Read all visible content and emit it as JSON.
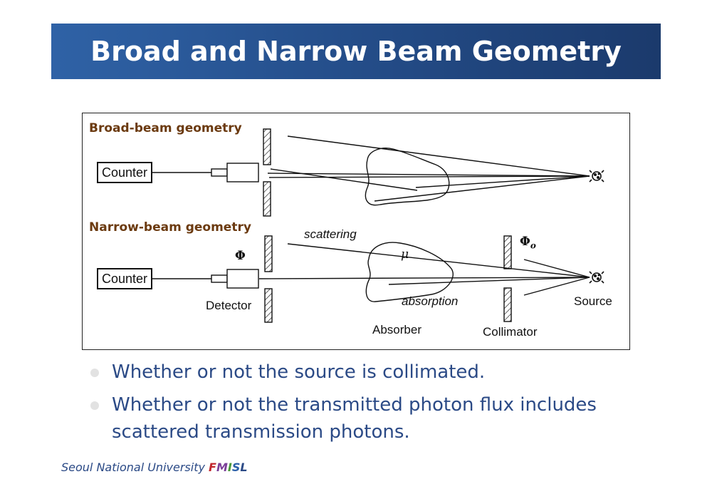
{
  "title": "Broad and Narrow Beam Geometry",
  "diagram": {
    "broad_label": "Broad-beam geometry",
    "narrow_label": "Narrow-beam geometry",
    "counter_top": "Counter",
    "counter_bottom": "Counter",
    "phi": "Φ",
    "phi_o": "Φ",
    "phi_o_sub": "o",
    "mu": "μ",
    "scattering": "scattering",
    "absorption": "absorption",
    "detector": "Detector",
    "absorber": "Absorber",
    "collimator": "Collimator",
    "source": "Source"
  },
  "bullets": [
    "Whether or not the source is collimated.",
    "Whether or not the transmitted photon flux includes scattered transmission photons."
  ],
  "footer": {
    "university": "Seoul National University",
    "brand_f": "F",
    "brand_m": "M",
    "brand_i": "I",
    "brand_s": "S",
    "brand_l": "L"
  }
}
